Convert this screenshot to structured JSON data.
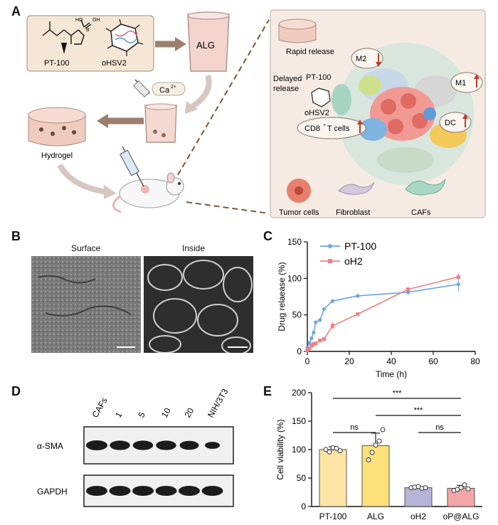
{
  "panels": {
    "a": {
      "letter": "A",
      "compounds": {
        "drug": "PT-100",
        "virus": "oHSV2"
      },
      "boron": {
        "ho": "HO",
        "oh": "OH",
        "b": "B"
      },
      "beaker_label": "ALG",
      "calcium": "Ca",
      "calcium_sup": "2+",
      "hydrogel_label": "Hydrogel",
      "rapid_release": "Rapid release",
      "pt100_label": "PT-100",
      "delayed_release": [
        "Delayed",
        "release"
      ],
      "ohsv2_label": "oHSV2",
      "cd8_label": "CD8",
      "cd8_sup": "+",
      "cd8_suffix": " T cells",
      "m2_label": "M2",
      "m1_label": "M1",
      "dc_label": "DC",
      "legend": {
        "tumor": "Tumor cells",
        "fibroblast": "Fibroblast",
        "cafs": "CAFs"
      }
    },
    "b": {
      "letter": "B",
      "surface_label": "Surface",
      "inside_label": "Inside"
    },
    "c": {
      "letter": "C",
      "chart_data": {
        "type": "line",
        "xlabel": "Time (h)",
        "ylabel": "Drug relaease (%)",
        "xlim": [
          0,
          80
        ],
        "ylim": [
          0,
          150
        ],
        "xticks": [
          0,
          20,
          40,
          60,
          80
        ],
        "yticks": [
          0,
          50,
          100,
          150
        ],
        "legend_position": "top-left",
        "series": [
          {
            "name": "PT-100",
            "color": "#6aa6e6",
            "marker": "circle",
            "x": [
              0,
              1,
              2,
              3,
              4,
              6,
              8,
              12,
              24,
              48,
              72
            ],
            "y": [
              5,
              12,
              18,
              26,
              40,
              43,
              58,
              69,
              76,
              81,
              92
            ],
            "err": [
              1,
              2,
              2,
              2,
              2,
              2,
              2,
              2,
              3,
              4,
              10
            ]
          },
          {
            "name": "oH2",
            "color": "#ef8080",
            "marker": "square",
            "x": [
              0,
              1,
              2,
              3,
              4,
              6,
              8,
              12,
              24,
              48,
              72
            ],
            "y": [
              2,
              4,
              8,
              10,
              11,
              15,
              17,
              35,
              51,
              85,
              102
            ],
            "err": [
              1,
              1,
              1,
              1,
              1,
              1,
              2,
              5,
              2,
              3,
              5
            ]
          }
        ]
      }
    },
    "d": {
      "letter": "D",
      "lanes": [
        "CAFs",
        "1",
        "5",
        "10",
        "20",
        "NIH/3T3"
      ],
      "rows": [
        "α-SMA",
        "GAPDH"
      ]
    },
    "e": {
      "letter": "E",
      "chart_data": {
        "type": "bar",
        "ylabel": "Cell viability (%)",
        "categories": [
          "PT-100",
          "ALG",
          "oH2",
          "oP@ALG"
        ],
        "values": [
          100,
          107,
          33,
          32
        ],
        "errors": [
          5,
          22,
          2,
          5
        ],
        "colors": [
          "#fce5a5",
          "#fbe07a",
          "#b8b4d8",
          "#f3a6a6"
        ],
        "points": [
          [
            100,
            96,
            103,
            102,
            98
          ],
          [
            82,
            95,
            108,
            115,
            135
          ],
          [
            33,
            34,
            35,
            32,
            33
          ],
          [
            28,
            30,
            33,
            38,
            31
          ]
        ],
        "ylim": [
          0,
          200
        ],
        "yticks": [
          0,
          50,
          100,
          150,
          200
        ],
        "significance": [
          {
            "from": 0,
            "to": 3,
            "label": "***"
          },
          {
            "from": 1,
            "to": 3,
            "label": "***"
          },
          {
            "from": 0,
            "to": 1,
            "label": "ns"
          },
          {
            "from": 2,
            "to": 3,
            "label": "ns"
          }
        ]
      }
    }
  }
}
